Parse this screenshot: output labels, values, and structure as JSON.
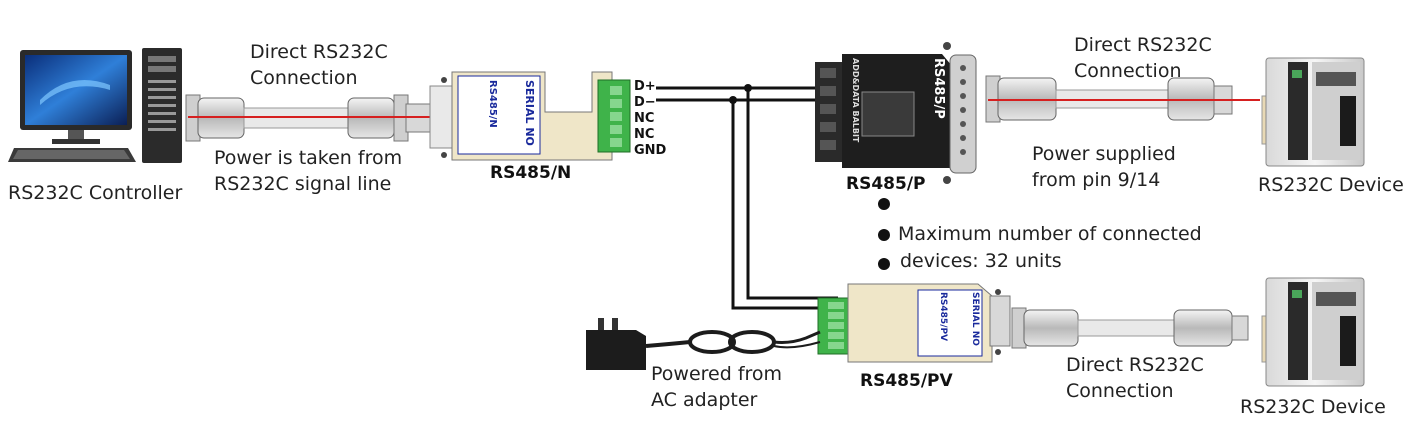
{
  "left": {
    "controller_label": "RS232C Controller",
    "cable_label_line1": "Direct RS232C",
    "cable_label_line2": "Connection",
    "power_note_line1": "Power is taken from",
    "power_note_line2": "RS232C signal line"
  },
  "converter_n": {
    "name": "RS485/N",
    "side_text": "RS485/N",
    "serial_text": "SERIAL NO",
    "pins": [
      "D+",
      "D−",
      "NC",
      "NC",
      "GND"
    ]
  },
  "converter_p": {
    "name": "RS485/P",
    "face_text": "RS485/P",
    "side_text": "ADD&DATA BALBIT"
  },
  "converter_pv": {
    "name": "RS485/PV",
    "side_text": "RS485/PV",
    "serial_text": "SERIAL NO"
  },
  "right_top": {
    "cable_label_line1": "Direct RS232C",
    "cable_label_line2": "Connection",
    "power_note_line1": "Power supplied",
    "power_note_line2": "from pin 9/14",
    "device_label": "RS232C Device"
  },
  "notes": {
    "max_line1": "Maximum number of connected",
    "max_line2": "devices: 32 units"
  },
  "bottom": {
    "adapter_line1": "Powered from",
    "adapter_line2": "AC adapter",
    "cable_label_line1": "Direct RS232C",
    "cable_label_line2": "Connection",
    "device_label": "RS232C Device"
  },
  "colors": {
    "signal_red": "#d62020",
    "bus_wire": "#111111",
    "terminal_green": "#3fb34a",
    "converter_beige": "#efe6c8",
    "label_blue": "#1a2a9c",
    "converter_p_body": "#1e1e1e"
  }
}
